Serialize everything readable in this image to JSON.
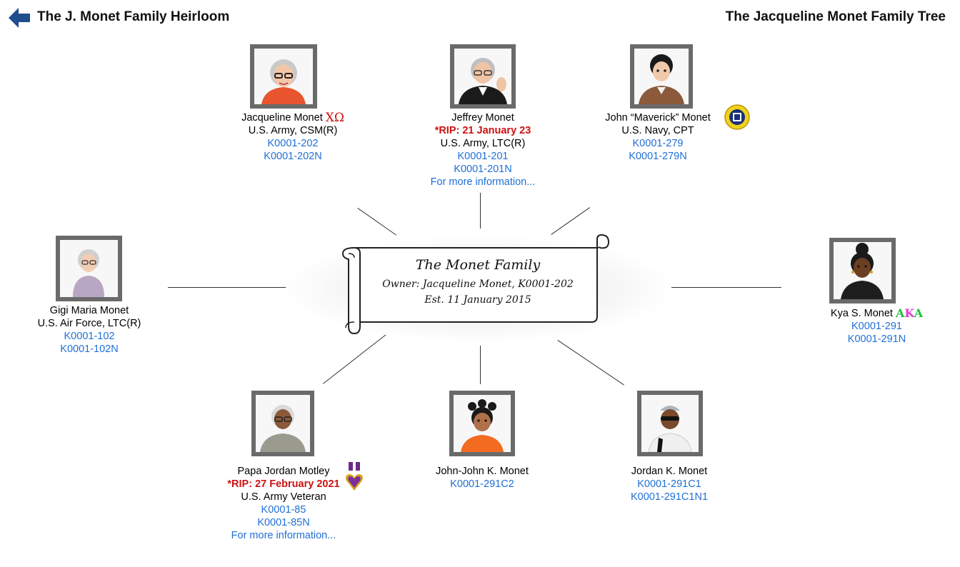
{
  "header": {
    "left_title": "The J. Monet Family Heirloom",
    "right_title": "The Jacqueline Monet Family Tree",
    "back_icon": "back-arrow-icon"
  },
  "scroll": {
    "title": "The Monet Family",
    "owner": "Owner: Jacqueline Monet, K0001-202",
    "established": "Est.  11 January 2015"
  },
  "colors": {
    "link": "#1f6fd6",
    "rip": "#cc1111",
    "frame": "#6a6a6a",
    "back_arrow": "#1f4e8c"
  },
  "people": {
    "jacqueline": {
      "name": "Jacqueline Monet",
      "badge": "ΧΩ",
      "line2": "U.S. Army, CSM(R)",
      "id": "K0001-202",
      "idn": "K0001-202N"
    },
    "jeffrey": {
      "name": "Jeffrey Monet",
      "rip": "*RIP:  21 January 23",
      "line2": "U.S. Army, LTC(R)",
      "id": "K0001-201",
      "idn": "K0001-201N",
      "more": "For more information..."
    },
    "john": {
      "name": "John “Maverick” Monet",
      "badge_icon": "naval-academy-seal-icon",
      "line2": "U.S. Navy, CPT",
      "id": "K0001-279",
      "idn": "K0001-279N"
    },
    "gigi": {
      "name": "Gigi Maria Monet",
      "line2": "U.S. Air Force, LTC(R)",
      "id": "K0001-102",
      "idn": "K0001-102N"
    },
    "kya": {
      "name": "Kya S. Monet",
      "badge_parts": [
        "A",
        "K",
        "A"
      ],
      "id": "K0001-291",
      "idn": "K0001-291N"
    },
    "papa": {
      "name": "Papa Jordan Motley",
      "badge_icon": "purple-heart-medal-icon",
      "rip": "*RIP:  27 February 2021",
      "line2": "U.S. Army Veteran",
      "id": "K0001-85",
      "idn": "K0001-85N",
      "more": "For more information..."
    },
    "johnjohn": {
      "name": "John-John K. Monet",
      "id": "K0001-291C2"
    },
    "jordan": {
      "name": "Jordan K. Monet",
      "id": "K0001-291C1",
      "idn": "K0001-291C1N1"
    }
  },
  "icon_rows": {
    "jacqueline": [
      [
        "books-icon",
        "wallet-icon",
        "org-chart-icon",
        "radio-icon",
        "certificate-badge-icon"
      ],
      [
        "binders-icon",
        "gift-icon",
        "document-pen-icon",
        "green-note-icon"
      ]
    ],
    "john": [
      [
        "books-icon",
        "wallet-icon",
        "org-chart-icon",
        "house-icon",
        "certificate-badge-icon"
      ],
      [
        "binders-icon",
        "gift-icon",
        "document-pen-icon",
        "green-note-icon"
      ]
    ],
    "gigi": [
      [
        "books-icon",
        "gift-icon",
        "radio-icon",
        "certificate-badge-icon"
      ],
      [
        "binders-icon",
        "document-pen-icon",
        "green-note-icon",
        "org-chart-icon"
      ]
    ],
    "kya": [
      [
        "gift-icon",
        "books-icon",
        "wallet-icon",
        "org-chart-icon",
        "certificate-badge-icon"
      ],
      [
        "house-icon",
        "binders-icon",
        "document-pen-icon",
        "green-note-icon"
      ]
    ],
    "johnjohn": [
      [
        "books-icon",
        "gift-icon",
        "certificate-badge-icon"
      ],
      [
        "piggy-bank-icon",
        "document-pen-icon",
        "green-note-icon"
      ]
    ],
    "jordan": [
      [
        "books-icon",
        "gift-icon",
        "org-chart-icon",
        "radio-icon"
      ],
      [
        "binders-icon",
        "document-pen-icon",
        "green-note-icon",
        "certificate-badge-icon"
      ]
    ]
  }
}
